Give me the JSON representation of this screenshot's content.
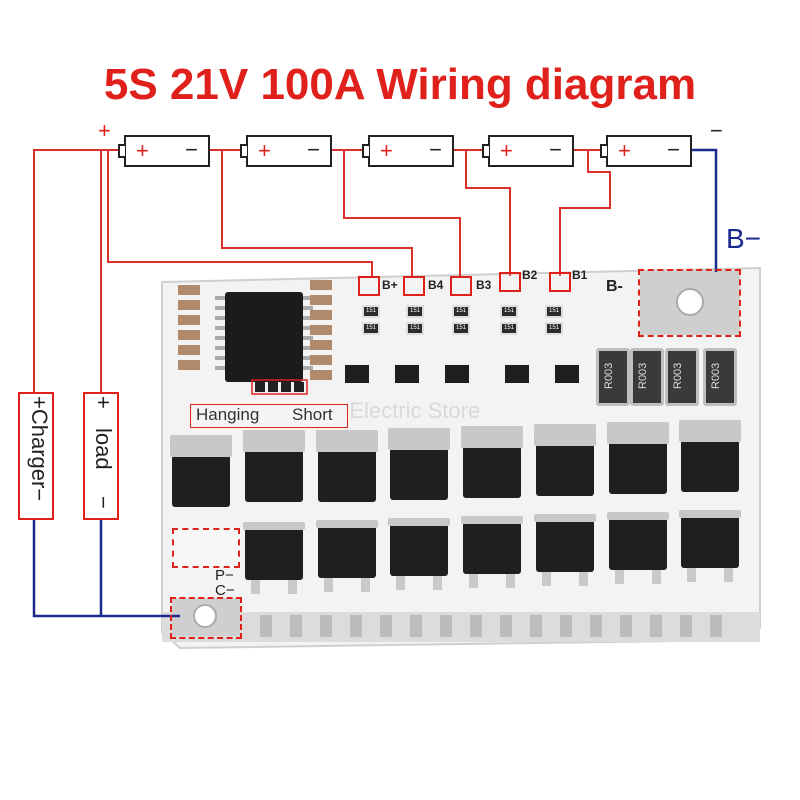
{
  "title": "5S 21V 100A Wiring diagram",
  "cells": [
    {
      "positive": "+",
      "negative": "−"
    },
    {
      "positive": "+",
      "negative": "−"
    },
    {
      "positive": "+",
      "negative": "−"
    },
    {
      "positive": "+",
      "negative": "−"
    },
    {
      "positive": "+",
      "negative": "−"
    }
  ],
  "pack_plus": "+",
  "pack_minus": "−",
  "b_minus_label": "B−",
  "board_pads": {
    "b_plus": "B+",
    "b4": "B4",
    "b3": "B3",
    "b2": "B2",
    "b1": "B1",
    "b_minus": "B-"
  },
  "charger_label": "+Charger−",
  "load": {
    "plus": "+",
    "label": "load",
    "minus": "−"
  },
  "p_minus": "P−",
  "c_minus": "C−",
  "hanging_label": "Hanging",
  "short_label": "Short",
  "resistor_code": "R003",
  "smd_code": "151",
  "colors": {
    "red_wire": "#d9302b",
    "blue_wire": "#1b2a8f",
    "title": "#e0201b",
    "board": "#f4f4f4"
  }
}
